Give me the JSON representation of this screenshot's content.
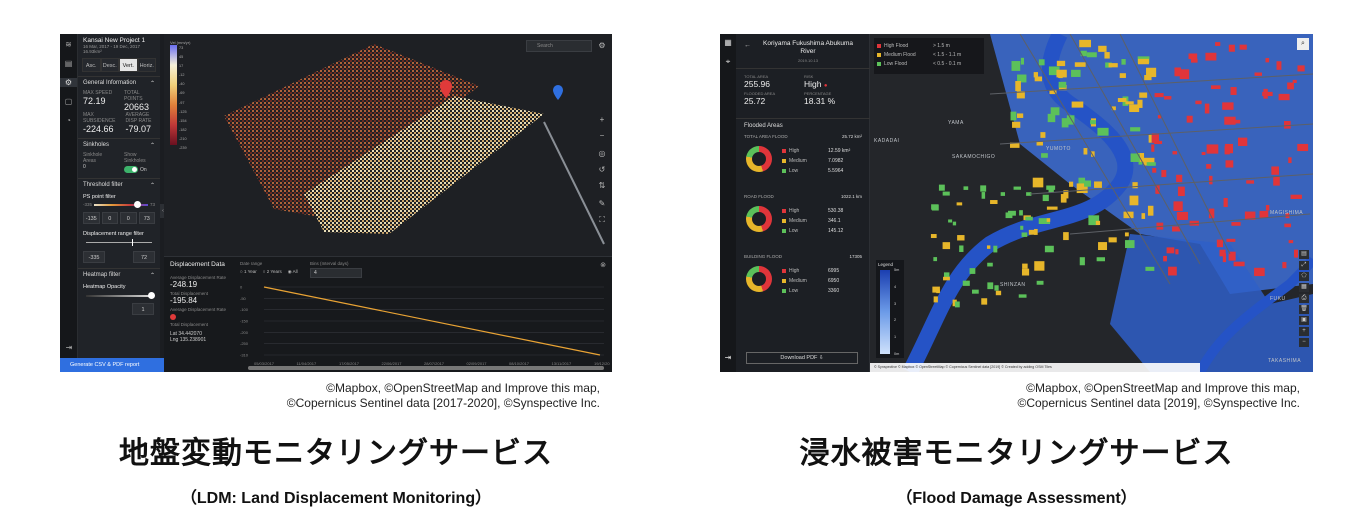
{
  "ldm": {
    "project_title": "Kansai New Project 1",
    "date_range": "16 Mar, 2017 - 19 Dec, 2017",
    "area": "16.93km²",
    "view_tabs": [
      "Asc.",
      "Desc.",
      "Vert.",
      "Horiz."
    ],
    "general_info": "General Information",
    "max_speed_label": "MAX SPEED",
    "max_speed": "72.19",
    "total_points_label": "TOTAL POINTS",
    "total_points": "20663",
    "max_subsidence_label": "MAX SUBSIDENCE",
    "max_subsidence": "-224.66",
    "avg_label": "AVERAGE DISP RATE",
    "avg": "-79.07",
    "sinkholes": "Sinkholes",
    "sinkhole_areas": "Sinkhole Areas",
    "sinkhole_count": "0",
    "show_sinkholes": "Show Sinkholes",
    "toggle_on": "On",
    "threshold": "Threshold filter",
    "ps_filter": "PS point filter",
    "ps_min": "-335",
    "ps_max": "73",
    "ps_vals": [
      "-135",
      "0",
      "0",
      "73"
    ],
    "disp_filter": "Displacement range filter",
    "disp_vals": [
      "-335",
      "72"
    ],
    "heatmap": "Heatmap filter",
    "opacity": "Heatmap Opacity",
    "opacity_val": "1",
    "export": "Generate CSV & PDF report",
    "search_placeholder": "Search",
    "legend_title": "Vel (mm/yr)",
    "legend_ticks": [
      "73",
      "45",
      "17",
      "-12",
      "-40",
      "-69",
      "-97",
      "-125",
      "-154",
      "-182",
      "-210",
      "-239"
    ],
    "bottom_title": "Displacement Data",
    "avg_disp_label": "Average Displacement Rate",
    "avg_disp": "-248.19",
    "total_disp_label": "Total Displacement",
    "total_disp": "-195.84",
    "avg_disp_rate_label": "Average Displacement Rate",
    "coord_label": "Total Displacement",
    "lat": "Lat   34.442070",
    "lng": "Lng   135.238901",
    "date_range_label": "Date range",
    "radio": [
      "1 Year",
      "2 Years",
      "All"
    ],
    "bin_label": "Bins (Interval days)",
    "bin_val": "4",
    "chart_dates": [
      "05/03/2017",
      "11/04/2017",
      "17/05/2017",
      "22/06/2017",
      "28/07/2017",
      "02/09/2017",
      "08/10/2017",
      "13/11/2017",
      "19/12/2017"
    ],
    "chart_yticks": [
      "0",
      "-50",
      "-100",
      "-150",
      "-200",
      "-250",
      "-310"
    ]
  },
  "flood": {
    "title": "Koriyama Fukushima Abukuma River",
    "date": "2019.10.13",
    "total_area_label": "TOTAL AREA",
    "total_area": "255.96",
    "risk_label": "RISK",
    "risk": "High",
    "flooded_area_label": "FLOODED AREA",
    "flooded_area": "25.72",
    "percentage_label": "PERCENTAGE",
    "percentage": "18.31 %",
    "flooded_areas": "Flooded Areas",
    "groups": [
      {
        "label": "TOTAL AREA FLOOD",
        "value": "25.72 km²",
        "rows": [
          [
            "High",
            "12.59 km²"
          ],
          [
            "Medium",
            "7.0982"
          ],
          [
            "Low",
            "5.5964"
          ]
        ]
      },
      {
        "label": "ROAD FLOOD",
        "value": "1022.1 km",
        "rows": [
          [
            "High",
            "530.38"
          ],
          [
            "Medium",
            "346.1"
          ],
          [
            "Low",
            "145.12"
          ]
        ]
      },
      {
        "label": "BUILDING FLOOD",
        "value": "17305",
        "rows": [
          [
            "High",
            "6995"
          ],
          [
            "Medium",
            "6950"
          ],
          [
            "Low",
            "3360"
          ]
        ]
      }
    ],
    "download": "Download PDF",
    "legend": [
      [
        "High Flood",
        "> 1.5 m"
      ],
      [
        "Medium Flood",
        "< 1.5 - 1.1 m"
      ],
      [
        "Low Flood",
        "< 0.5 - 0.1 m"
      ]
    ],
    "depth_legend_title": "Legend",
    "depth_ticks": [
      "5m",
      "4",
      "3",
      "2",
      "1",
      "0m"
    ],
    "places": [
      "YAMA",
      "KADADAI",
      "SAKAMOCHIGO",
      "YUMOTO",
      "SHINZAN",
      "MAGISHIMA",
      "FUKU",
      "TAKASHIMA"
    ],
    "attribution": "© Synspective © Mapbox © OpenStreetMap © Copernicus Sentinel data [2019] © Created by adding OSM Tiles"
  },
  "captions": {
    "ldm_credit_1": "©Mapbox, ©OpenStreetMap and Improve this map,",
    "ldm_credit_2": "©Copernicus Sentinel data [2017-2020], ©Synspective Inc.",
    "flood_credit_1": "©Mapbox, ©OpenStreetMap and Improve this map,",
    "flood_credit_2": "©Copernicus Sentinel data [2019], ©Synspective Inc.",
    "ldm_title": "地盤変動モニタリングサービス",
    "ldm_sub": "（LDM: Land Displacement Monitoring）",
    "flood_title": "浸水被害モニタリングサービス",
    "flood_sub": "（Flood Damage Assessment）"
  },
  "colors": {
    "accent_blue": "#2f6fe0",
    "toggle_green": "#3db36b",
    "high": "#e0353a",
    "medium": "#e7b62a",
    "low": "#5cc15a"
  }
}
